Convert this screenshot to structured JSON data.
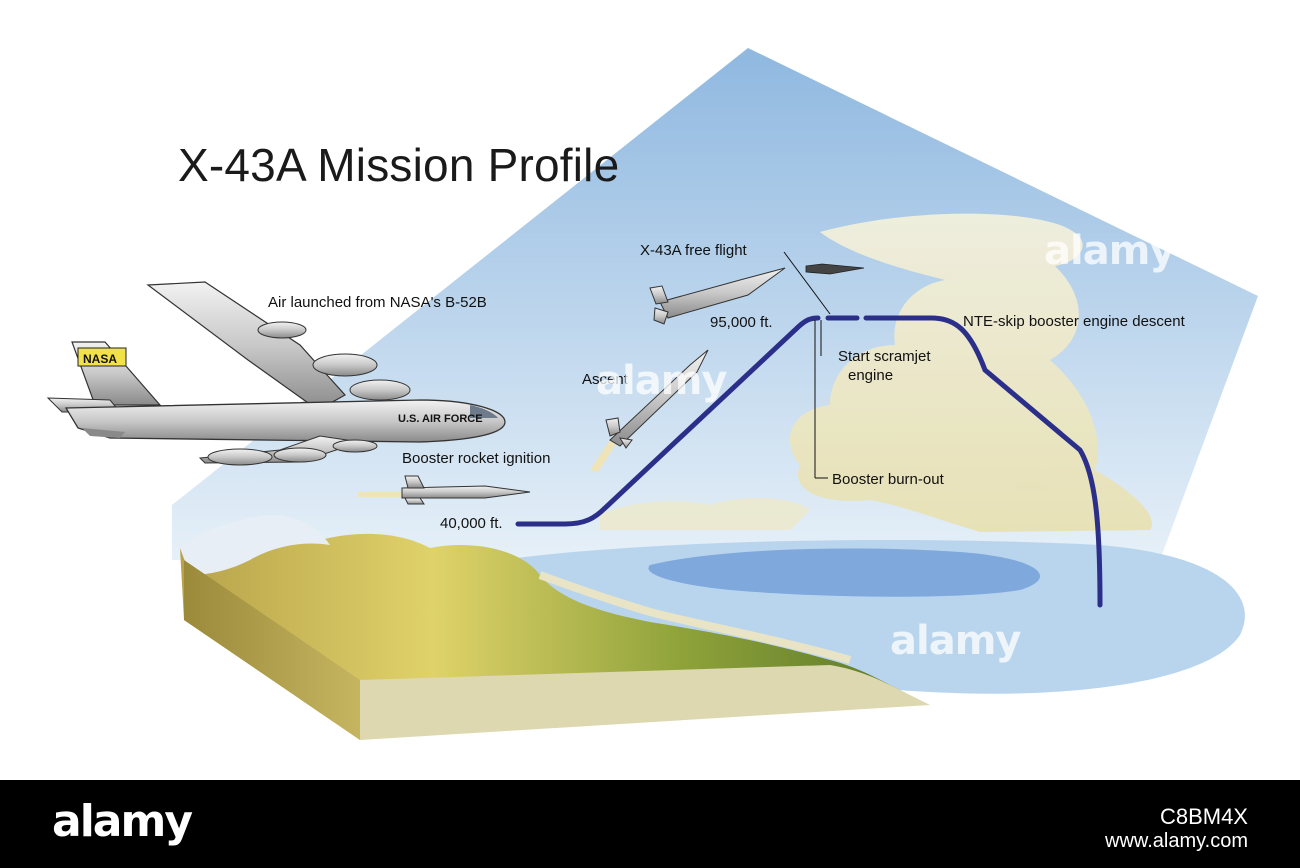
{
  "title": "X-43A Mission Profile",
  "labels": {
    "air_launch": "Air launched from NASA's B-52B",
    "free_flight": "X-43A free flight",
    "alt_95": "95,000 ft.",
    "nte_skip": "NTE-skip booster engine descent",
    "start_scramjet_1": "Start scramjet",
    "start_scramjet_2": "engine",
    "ascent": "Ascent",
    "booster_ignition": "Booster rocket ignition",
    "booster_burnout": "Booster burn-out",
    "alt_40": "40,000 ft."
  },
  "aircraft": {
    "tail_text": "NASA",
    "fuselage_text": "U.S. AIR FORCE"
  },
  "watermarks": [
    "alamy",
    "alamy",
    "alamy"
  ],
  "footer": {
    "logo": "alamy",
    "image_id": "C8BM4X",
    "url": "www.alamy.com"
  },
  "colors": {
    "trajectory": "#2b2f8a",
    "sky": "#a9cbe8",
    "water": "#b8d6ef",
    "land": "#d9cf6a"
  }
}
